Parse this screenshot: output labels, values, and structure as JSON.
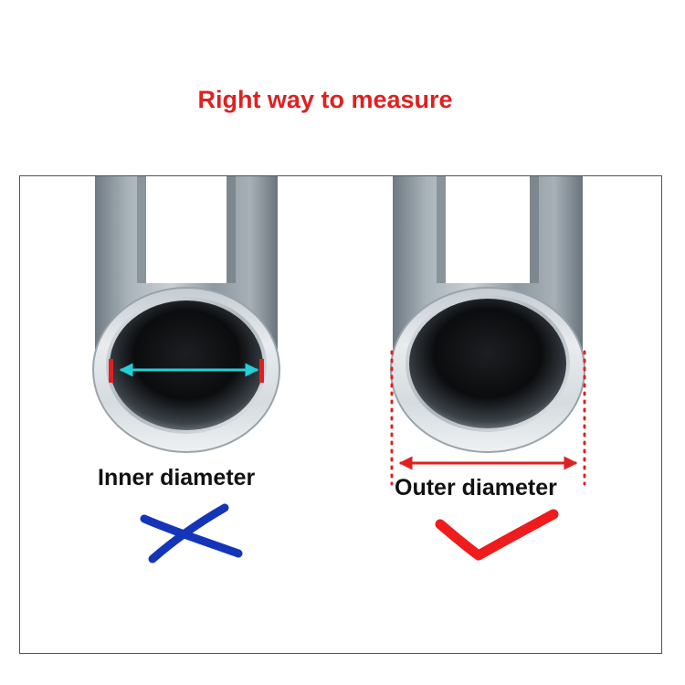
{
  "title": "Right way to measure",
  "left": {
    "label": "Inner diameter",
    "mark": "cross-icon",
    "verdict_color": "#1535b8"
  },
  "right": {
    "label": "Outer diameter",
    "mark": "check-icon",
    "verdict_color": "#ee1c1c"
  },
  "colors": {
    "title": "#e02020",
    "inner_arrow": "#22d0d8",
    "inner_caps": "#e02020",
    "outer_arrow": "#e02020"
  }
}
